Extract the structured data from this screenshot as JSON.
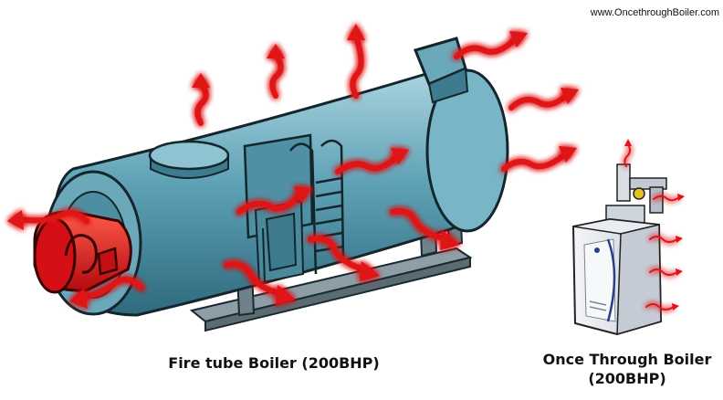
{
  "website": "www.OncethroughBoiler.com",
  "fire_tube_caption": "Fire tube Boiler (200BHP)",
  "once_through_caption": [
    "Once Through Boiler",
    "(200BHP)"
  ],
  "colors": {
    "boiler_body": "#5fa2b6",
    "boiler_dark": "#2f6a7e",
    "burner": "#e3151c",
    "heat_arrow": "#e01218",
    "glow": "#ff8b8b",
    "base_frame": "#8e9ea6"
  },
  "icons": [
    "fire-tube-boiler",
    "burner",
    "heat-loss-arrow",
    "once-through-boiler"
  ]
}
